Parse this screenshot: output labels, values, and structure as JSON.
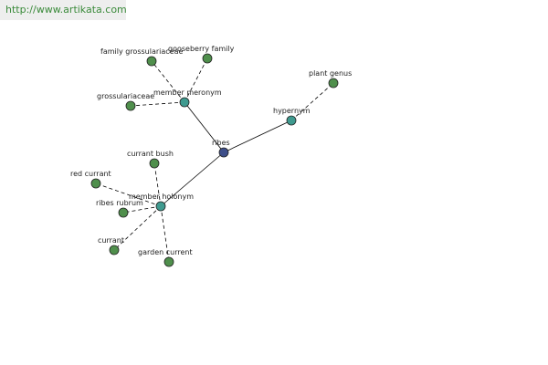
{
  "source_url": "http://www.artikata.com",
  "colors": {
    "center": "#3e4f8a",
    "relation": "#3f9a8f",
    "leaf": "#4f8f4c"
  },
  "graph": {
    "nodes": [
      {
        "id": "ribes",
        "label": "ribes",
        "kind": "center"
      },
      {
        "id": "member-meronym",
        "label": "member meronym",
        "kind": "relation"
      },
      {
        "id": "hypernym",
        "label": "hypernym",
        "kind": "relation"
      },
      {
        "id": "member-holonym",
        "label": "member holonym",
        "kind": "relation"
      },
      {
        "id": "family-grossulariaceae",
        "label": "family grossulariaceae",
        "kind": "leaf"
      },
      {
        "id": "gooseberry-family",
        "label": "gooseberry family",
        "kind": "leaf"
      },
      {
        "id": "grossulariaceae",
        "label": "grossulariaceae",
        "kind": "leaf"
      },
      {
        "id": "plant-genus",
        "label": "plant genus",
        "kind": "leaf"
      },
      {
        "id": "currant-bush",
        "label": "currant bush",
        "kind": "leaf"
      },
      {
        "id": "red-currant",
        "label": "red currant",
        "kind": "leaf"
      },
      {
        "id": "ribes-rubrum",
        "label": "ribes rubrum",
        "kind": "leaf"
      },
      {
        "id": "currant",
        "label": "currant",
        "kind": "leaf"
      },
      {
        "id": "garden-current",
        "label": "garden current",
        "kind": "leaf"
      }
    ],
    "edges": [
      {
        "from": "ribes",
        "to": "member-meronym",
        "style": "solid"
      },
      {
        "from": "ribes",
        "to": "hypernym",
        "style": "solid"
      },
      {
        "from": "ribes",
        "to": "member-holonym",
        "style": "solid"
      },
      {
        "from": "member-meronym",
        "to": "family-grossulariaceae",
        "style": "dashed"
      },
      {
        "from": "member-meronym",
        "to": "gooseberry-family",
        "style": "dashed"
      },
      {
        "from": "member-meronym",
        "to": "grossulariaceae",
        "style": "dashed"
      },
      {
        "from": "hypernym",
        "to": "plant-genus",
        "style": "dashed"
      },
      {
        "from": "member-holonym",
        "to": "currant-bush",
        "style": "dashed"
      },
      {
        "from": "member-holonym",
        "to": "red-currant",
        "style": "dashed"
      },
      {
        "from": "member-holonym",
        "to": "ribes-rubrum",
        "style": "dashed"
      },
      {
        "from": "member-holonym",
        "to": "currant",
        "style": "dashed"
      },
      {
        "from": "member-holonym",
        "to": "garden-current",
        "style": "dashed"
      }
    ]
  }
}
